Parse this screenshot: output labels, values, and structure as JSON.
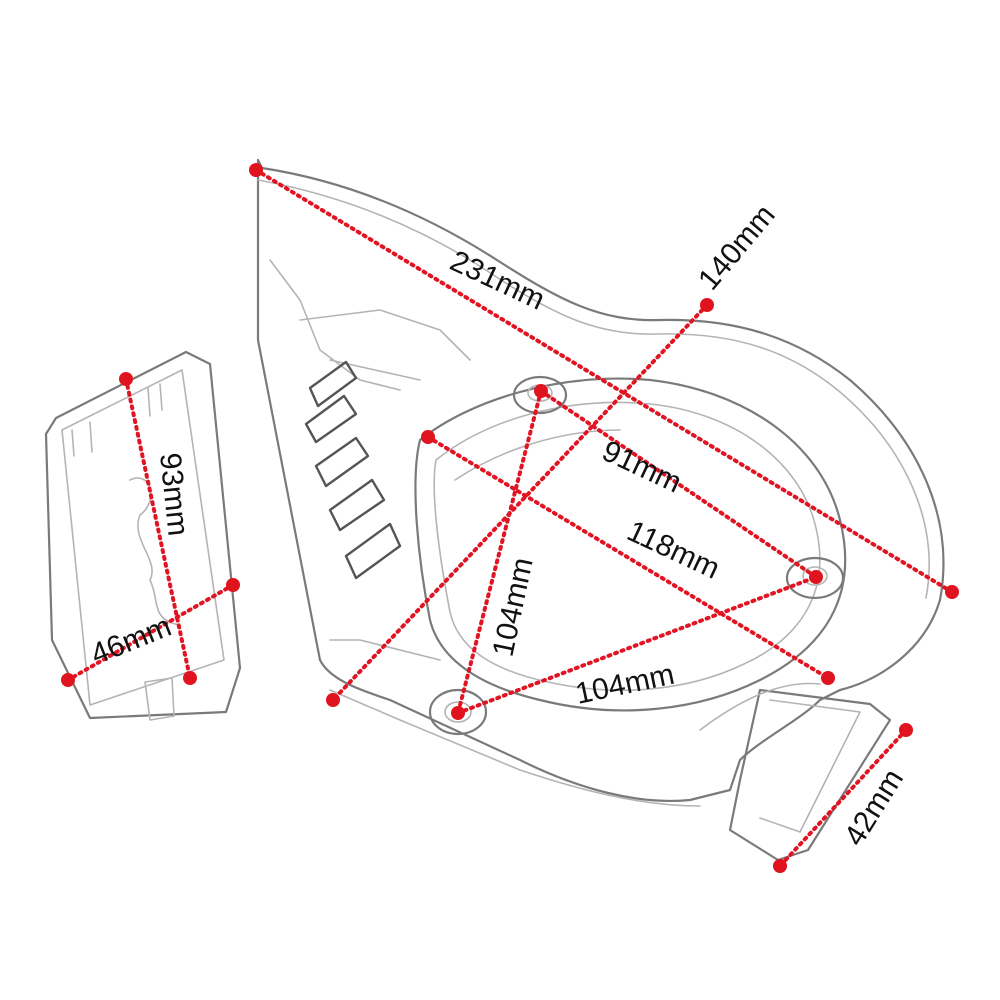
{
  "colors": {
    "measure_line": "#e01422",
    "measure_dot": "#e0141e",
    "label_text": "#111111",
    "outline": "#7a7a7a"
  },
  "dimensions": {
    "total_length": "231mm",
    "width": "140mm",
    "bolt_span_top": "91mm",
    "inner_span": "118mm",
    "bolt_span_vertical": "104mm",
    "bolt_span_bottom": "104mm",
    "tab_width": "42mm",
    "insert_height": "93mm",
    "insert_width": "46mm"
  }
}
